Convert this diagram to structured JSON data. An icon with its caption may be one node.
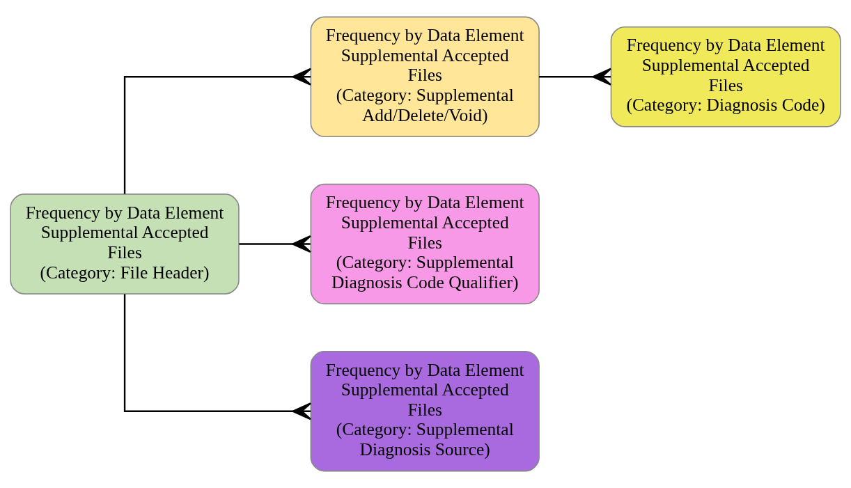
{
  "diagram": {
    "nodes": [
      {
        "text": [
          "Frequency by Data Element Supplemental Accepted Files",
          "(Category: File Header)"
        ]
      },
      {
        "text": [
          "Frequency by Data Element Supplemental Accepted Files",
          "(Category: Supplemental Add/Delete/Void)"
        ]
      },
      {
        "text": [
          "Frequency by Data Element Supplemental Accepted Files",
          "(Category: Diagnosis Code)"
        ]
      },
      {
        "text": [
          "Frequency by Data Element Supplemental Accepted Files",
          "(Category: Supplemental Diagnosis Code Qualifier)"
        ]
      },
      {
        "text": [
          "Frequency by Data Element Supplemental Accepted Files",
          "(Category: Supplemental Diagnosis Source)"
        ]
      }
    ],
    "edges": [
      {
        "from": 0,
        "to": 1,
        "arrow": "other"
      },
      {
        "from": 1,
        "to": 2,
        "arrow": "other"
      },
      {
        "from": 0,
        "to": 3,
        "arrow": "other"
      },
      {
        "from": 0,
        "to": 4,
        "arrow": "other"
      }
    ]
  }
}
